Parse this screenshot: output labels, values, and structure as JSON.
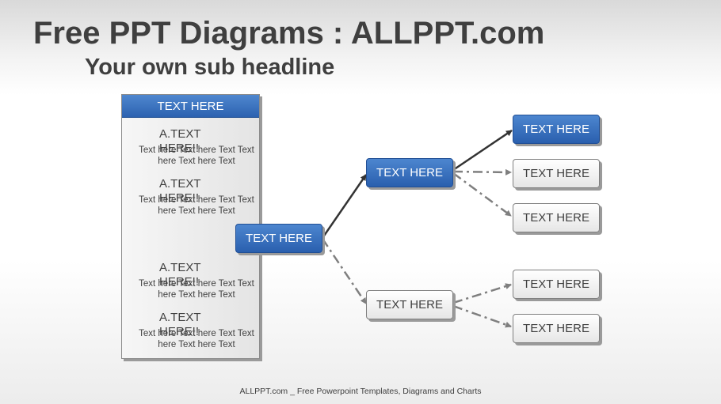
{
  "title": "Free PPT Diagrams : ALLPPT.com",
  "subtitle": "Your own sub headline",
  "panel": {
    "header": "TEXT HERE",
    "items": [
      {
        "heading": "A.TEXT HERE!!",
        "text": "Text here Text here Text Text here Text here Text"
      },
      {
        "heading": "A.TEXT HERE!!",
        "text": "Text here Text here Text Text here Text here Text"
      },
      {
        "heading": "A.TEXT HERE!!",
        "text": "Text here Text here Text Text here Text here Text"
      },
      {
        "heading": "A.TEXT HERE!!",
        "text": "Text here Text here Text Text here Text here Text"
      }
    ]
  },
  "tree": {
    "root": "TEXT HERE",
    "branch_top": "TEXT HERE",
    "branch_bottom": "TEXT HERE",
    "leaves_top": [
      "TEXT HERE",
      "TEXT HERE",
      "TEXT HERE"
    ],
    "leaves_bottom": [
      "TEXT HERE",
      "TEXT HERE"
    ]
  },
  "colors": {
    "accent_blue": "#3b73c2",
    "connector_solid": "#333333",
    "connector_dashed": "#7f7f7f"
  },
  "footer": "ALLPPT.com _ Free Powerpoint Templates, Diagrams and Charts"
}
